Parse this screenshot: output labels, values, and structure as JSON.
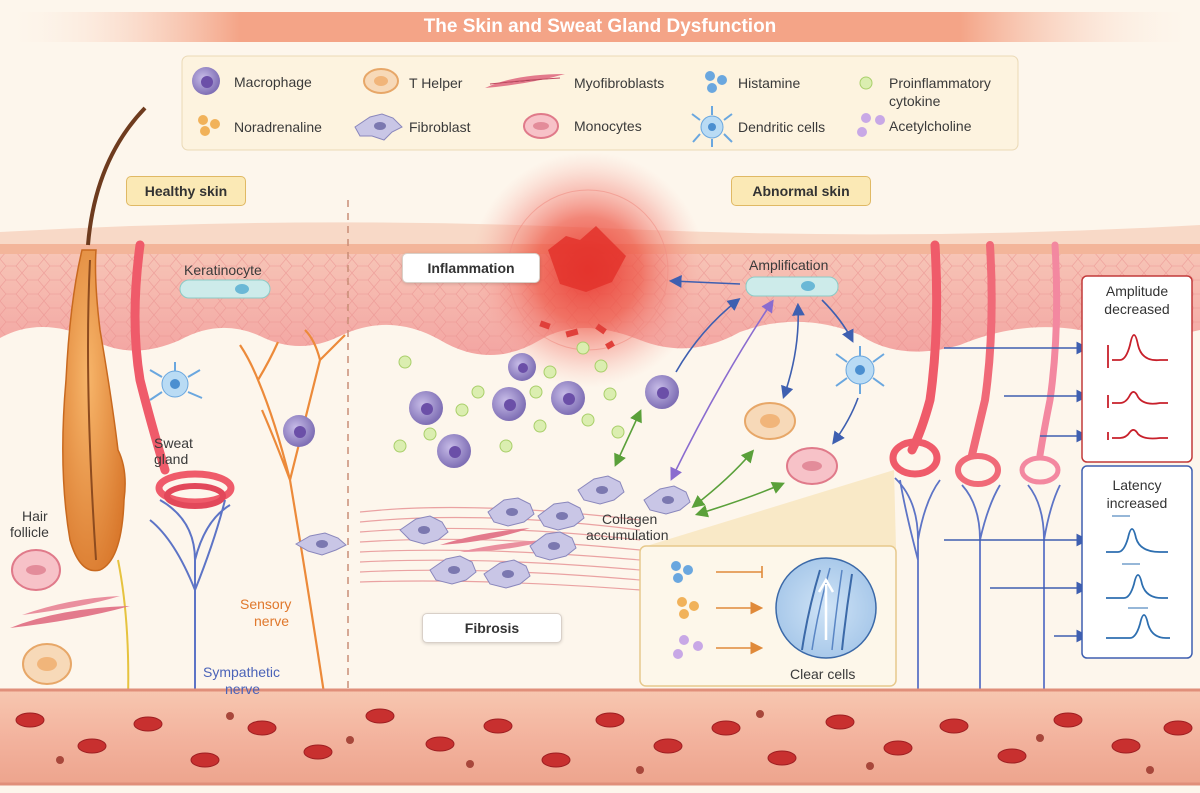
{
  "title": "The Skin and Sweat Gland Dysfunction",
  "legend": {
    "macrophage": "Macrophage",
    "t_helper": "T Helper",
    "myofibroblasts": "Myofibroblasts",
    "histamine": "Histamine",
    "proinflammatory_1": "Proinflammatory",
    "proinflammatory_2": "cytokine",
    "noradrenaline": "Noradrenaline",
    "fibroblast": "Fibroblast",
    "monocytes": "Monocytes",
    "dendritic": "Dendritic cells",
    "acetylcholine": "Acetylcholine"
  },
  "sections": {
    "healthy": "Healthy skin",
    "abnormal": "Abnormal skin"
  },
  "labels": {
    "keratinocyte": "Keratinocyte",
    "sweat_gland_1": "Sweat",
    "sweat_gland_2": "gland",
    "hair_follicle_1": "Hair",
    "hair_follicle_2": "follicle",
    "sensory_1": "Sensory",
    "sensory_2": "nerve",
    "sympathetic_1": "Sympathetic",
    "sympathetic_2": "nerve",
    "inflammation": "Inflammation",
    "amplification": "Amplification",
    "collagen_1": "Collagen",
    "collagen_2": "accumulation",
    "fibrosis": "Fibrosis",
    "clear_cells": "Clear cells",
    "amplitude_1": "Amplitude",
    "amplitude_2": "decreased",
    "latency_1": "Latency",
    "latency_2": "increased"
  },
  "colors": {
    "title_bar": "#f2a07e",
    "epidermis": "#f6b3ad",
    "dermis": "#fbeee2",
    "vessel": "#f3b39e",
    "rbc": "#c8302f",
    "macrophage": "#8f7fc0",
    "fibroblast": "#a9a6cf",
    "sweat_gland": "#ef5b6a",
    "sensory_nerve": "#ec8a3a",
    "sympathetic_nerve": "#5d74c6",
    "amplitude_trace": "#c8202b",
    "latency_trace": "#2e6fb0",
    "arrow_blue": "#3e5fb0",
    "arrow_green": "#5aa03a",
    "arrow_purple": "#8a6ccf"
  },
  "icons": [
    "macrophage-icon",
    "t-helper-icon",
    "myofibroblast-icon",
    "histamine-icon",
    "cytokine-icon",
    "noradrenaline-icon",
    "fibroblast-icon",
    "monocyte-icon",
    "dendritic-cell-icon",
    "acetylcholine-icon"
  ]
}
